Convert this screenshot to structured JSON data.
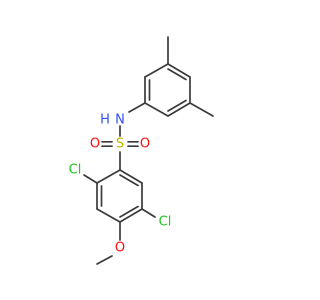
{
  "molecule": {
    "colors": {
      "carbon": "#3a3a3a",
      "nitrogen": "#3050f8",
      "oxygen": "#ff0d0d",
      "sulfur": "#c8b400",
      "chlorine": "#1ec81e"
    },
    "atom_labels": {
      "amine_n": "N",
      "amine_h": "H",
      "sulfur": "S",
      "sulfonyl_o_left": "O",
      "sulfonyl_o_right": "O",
      "chloro_left": "Cl",
      "chloro_right": "Cl",
      "methoxy_o": "O"
    }
  }
}
